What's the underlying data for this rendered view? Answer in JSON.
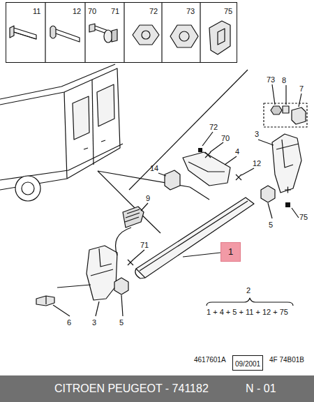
{
  "diagram": {
    "nodes": [
      {
        "text": [
          "11",
          "12",
          "70",
          "71",
          "72",
          "73",
          "75"
        ]
      },
      {
        "text": [
          "1"
        ]
      },
      {
        "text": [
          "09/2001"
        ]
      },
      {
        "text": [
          "CITROEN PEUGEOT - 741182",
          "N - 01"
        ]
      }
    ],
    "labels": [
      "73",
      "8",
      "7",
      "72",
      "70",
      "4",
      "3",
      "14",
      "12",
      "9",
      "5",
      "75",
      "71",
      "6",
      "3",
      "5",
      "2",
      "1 + 4 + 5 + 11 + 12 + 75",
      "4617601A",
      "4F 74B01B"
    ]
  }
}
